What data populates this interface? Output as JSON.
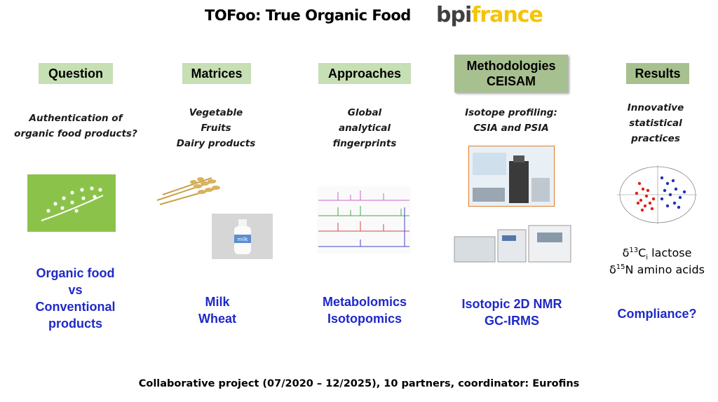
{
  "title": "TOFoo: True Organic Food",
  "logo": {
    "part1": "bpi",
    "part2": "france"
  },
  "columns": {
    "question": {
      "header": "Question",
      "desc": [
        "Authentication  of",
        "organic  food products?"
      ],
      "result": [
        "Organic food",
        "vs",
        "Conventional",
        "products"
      ]
    },
    "matrices": {
      "header": "Matrices",
      "desc": [
        "Vegetable",
        "Fruits",
        "Dairy products"
      ],
      "result": [
        "Milk",
        "Wheat"
      ],
      "milk_label": "milk"
    },
    "approaches": {
      "header": "Approaches",
      "desc": [
        "Global",
        "analytical",
        "fingerprints"
      ],
      "result": [
        "Metabolomics",
        "Isotopomics"
      ]
    },
    "methodologies": {
      "header_line1": "Methodologies",
      "header_line2": "CEISAM",
      "desc": [
        "Isotope profiling:",
        "CSIA and PSIA"
      ],
      "result": [
        "Isotopic 2D NMR",
        "GC-IRMS"
      ]
    },
    "results": {
      "header": "Results",
      "desc": [
        "Innovative",
        "statistical",
        "practices"
      ],
      "delta1": {
        "sym": "δ",
        "sup": "13",
        "base": "C",
        "sub": "i",
        "rest": " lactose"
      },
      "delta2": {
        "sym": "δ",
        "sup": "15",
        "base": "N amino acids"
      },
      "result": [
        "Compliance?"
      ]
    }
  },
  "footer": "Collaborative project (07/2020 – 12/2025), 10 partners, coordinator: Eurofins",
  "colors": {
    "header_bg": "#c6dfb4",
    "header_dark_bg": "#a7c08f",
    "accent_blue": "#1f29c8",
    "eu_green": "#8bc34a"
  }
}
